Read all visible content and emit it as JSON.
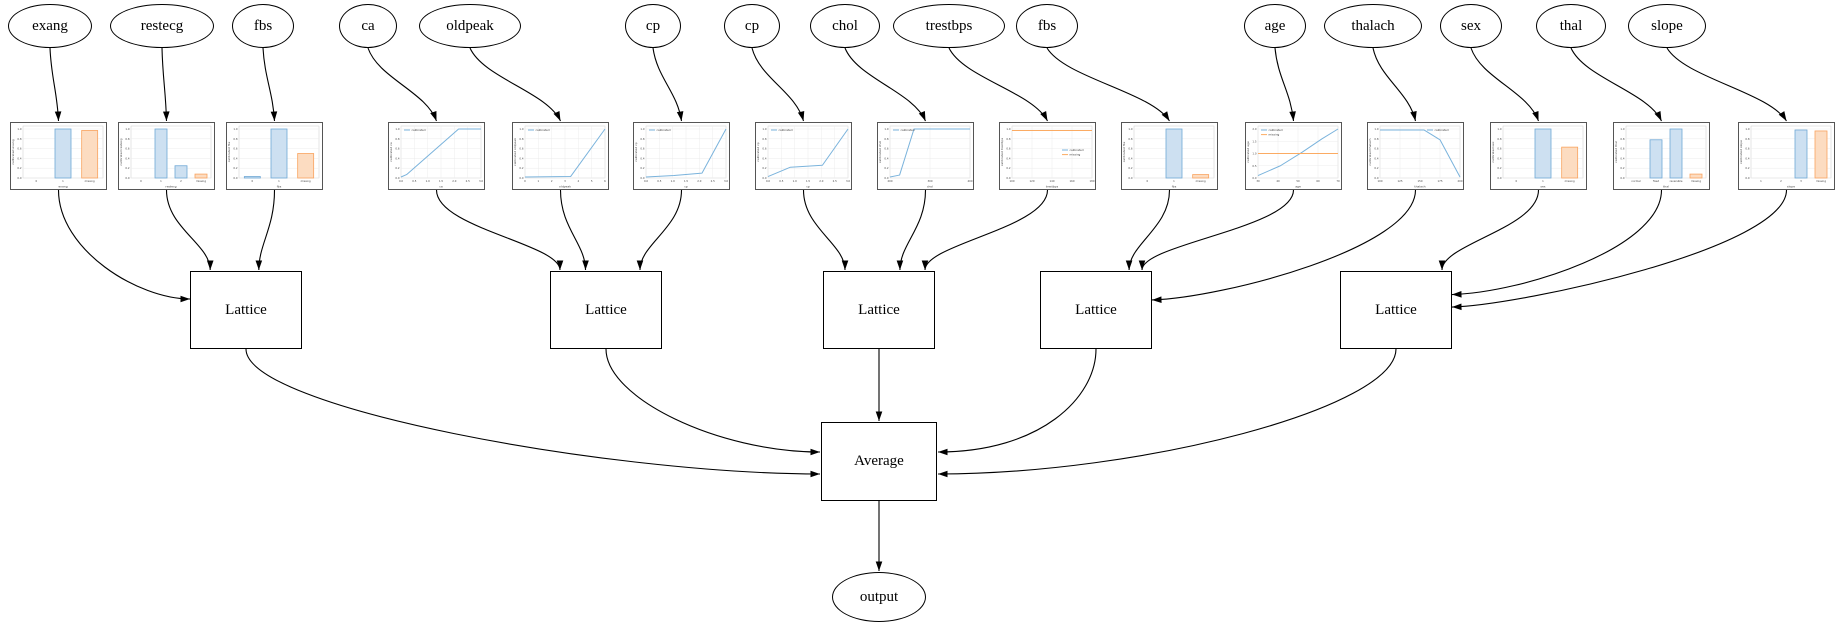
{
  "diagram": {
    "features": [
      {
        "label": "exang"
      },
      {
        "label": "restecg"
      },
      {
        "label": "fbs"
      },
      {
        "label": "ca"
      },
      {
        "label": "oldpeak"
      },
      {
        "label": "cp"
      },
      {
        "label": "cp"
      },
      {
        "label": "chol"
      },
      {
        "label": "trestbps"
      },
      {
        "label": "fbs"
      },
      {
        "label": "age"
      },
      {
        "label": "thalach"
      },
      {
        "label": "sex"
      },
      {
        "label": "thal"
      },
      {
        "label": "slope"
      }
    ],
    "lattice_label": "Lattice",
    "average_label": "Average",
    "output_label": "output"
  },
  "palette": {
    "blue_line": "#7ab3dc",
    "blue_edge": "#6fa8d6",
    "blue_fill": "#cde0f1",
    "orange_line": "#fbab63",
    "orange_edge": "#f9a35f",
    "orange_fill": "#fcdcc1",
    "edge_color": "#000000",
    "grid_color": "#ececec",
    "frame_color": "#555555"
  },
  "chart_data": [
    {
      "type": "bar",
      "feature": "exang",
      "xlabel": "exang",
      "ylabel": "calibrated exang",
      "categories": [
        "0",
        "1",
        "missing"
      ],
      "values": [
        0.0,
        1.0,
        0.97
      ],
      "colors": [
        "blue",
        "blue",
        "orange"
      ],
      "yticks": [
        "0.0",
        "0.2",
        "0.4",
        "0.6",
        "0.8",
        "1.0"
      ],
      "ylim": [
        0,
        1
      ]
    },
    {
      "type": "bar",
      "feature": "restecg",
      "xlabel": "restecg",
      "ylabel": "calibrated restecg",
      "categories": [
        "0",
        "1",
        "2",
        "missing"
      ],
      "values": [
        0.0,
        1.0,
        0.25,
        0.08
      ],
      "colors": [
        "blue",
        "blue",
        "blue",
        "orange"
      ],
      "yticks": [
        "0.0",
        "0.2",
        "0.4",
        "0.6",
        "0.8",
        "1.0"
      ],
      "ylim": [
        0,
        1
      ]
    },
    {
      "type": "bar",
      "feature": "fbs",
      "xlabel": "fbs",
      "ylabel": "calibrated fbs",
      "categories": [
        "0",
        "1",
        "missing"
      ],
      "values": [
        0.03,
        1.0,
        0.5
      ],
      "colors": [
        "blue",
        "blue",
        "orange"
      ],
      "yticks": [
        "0.0",
        "0.2",
        "0.4",
        "0.6",
        "0.8",
        "1.0"
      ],
      "ylim": [
        0,
        1
      ]
    },
    {
      "type": "line",
      "feature": "ca",
      "xlabel": "ca",
      "ylabel": "calibrated ca",
      "series": [
        {
          "name": "calibrated",
          "color": "blue",
          "points": [
            [
              0,
              0.02
            ],
            [
              0.07,
              0.07
            ],
            [
              0.72,
              1.0
            ],
            [
              1,
              1.0
            ]
          ]
        }
      ],
      "legend": [
        "calibrated"
      ],
      "legend_pos": "tl",
      "xticks": [
        "0.0",
        "0.5",
        "1.0",
        "1.5",
        "2.0",
        "2.5",
        "3.0"
      ],
      "yticks": [
        "0.0",
        "0.2",
        "0.4",
        "0.6",
        "0.8",
        "1.0"
      ],
      "ylim": [
        0,
        1
      ]
    },
    {
      "type": "line",
      "feature": "oldpeak",
      "xlabel": "oldpeak",
      "ylabel": "calibrated oldpeak",
      "series": [
        {
          "name": "calibrated",
          "color": "blue",
          "points": [
            [
              0,
              0.02
            ],
            [
              0.57,
              0.03
            ],
            [
              1,
              1.0
            ]
          ]
        }
      ],
      "legend": [
        "calibrated"
      ],
      "legend_pos": "tl",
      "xticks": [
        "0",
        "1",
        "2",
        "3",
        "4",
        "5",
        "6"
      ],
      "yticks": [
        "0.0",
        "0.2",
        "0.4",
        "0.6",
        "0.8",
        "1.0"
      ],
      "ylim": [
        0,
        1
      ]
    },
    {
      "type": "line",
      "feature": "cp",
      "xlabel": "cp",
      "ylabel": "calibrated cp",
      "series": [
        {
          "name": "calibrated",
          "color": "blue",
          "points": [
            [
              0,
              0.02
            ],
            [
              0.35,
              0.05
            ],
            [
              0.7,
              0.1
            ],
            [
              1,
              1.0
            ]
          ]
        }
      ],
      "legend": [
        "calibrated"
      ],
      "legend_pos": "tl",
      "xticks": [
        "0.0",
        "0.5",
        "1.0",
        "1.5",
        "2.0",
        "2.5",
        "3.0"
      ],
      "yticks": [
        "0.0",
        "0.2",
        "0.4",
        "0.6",
        "0.8",
        "1.0"
      ],
      "ylim": [
        0,
        1
      ]
    },
    {
      "type": "line",
      "feature": "cp",
      "xlabel": "cp",
      "ylabel": "calibrated cp",
      "series": [
        {
          "name": "calibrated",
          "color": "blue",
          "points": [
            [
              0,
              0.03
            ],
            [
              0.28,
              0.22
            ],
            [
              0.68,
              0.26
            ],
            [
              1,
              1.0
            ]
          ]
        }
      ],
      "legend": [
        "calibrated"
      ],
      "legend_pos": "tl",
      "xticks": [
        "0.0",
        "0.5",
        "1.0",
        "1.5",
        "2.0",
        "2.5",
        "3.0"
      ],
      "yticks": [
        "0.0",
        "0.2",
        "0.4",
        "0.6",
        "0.8",
        "1.0"
      ],
      "ylim": [
        0,
        1
      ]
    },
    {
      "type": "line",
      "feature": "chol",
      "xlabel": "chol",
      "ylabel": "calibrated chol",
      "series": [
        {
          "name": "calibrated",
          "color": "blue",
          "points": [
            [
              0,
              0.02
            ],
            [
              0.12,
              0.06
            ],
            [
              0.3,
              1.0
            ],
            [
              1,
              1.0
            ]
          ]
        }
      ],
      "legend": [
        "calibrated"
      ],
      "legend_pos": "tl",
      "xticks": [
        "200",
        "300",
        "400"
      ],
      "yticks": [
        "0.0",
        "0.2",
        "0.4",
        "0.6",
        "0.8",
        "1.0"
      ],
      "ylim": [
        0,
        1
      ]
    },
    {
      "type": "line",
      "feature": "trestbps",
      "xlabel": "trestbps",
      "ylabel": "calibrated trestbps",
      "series": [
        {
          "name": "calibrated",
          "color": "blue",
          "points": [
            [
              0,
              0.97
            ],
            [
              1,
              0.97
            ]
          ]
        },
        {
          "name": "missing",
          "color": "orange",
          "points": [
            [
              0,
              0.97
            ],
            [
              1,
              0.97
            ]
          ]
        }
      ],
      "legend": [
        "calibrated",
        "missing"
      ],
      "legend_pos": "mr",
      "xticks": [
        "100",
        "120",
        "140",
        "160",
        "180"
      ],
      "yticks": [
        "0.0",
        "0.2",
        "0.4",
        "0.6",
        "0.8",
        "1.0"
      ],
      "ylim": [
        0,
        1
      ]
    },
    {
      "type": "bar",
      "feature": "fbs",
      "xlabel": "fbs",
      "ylabel": "calibrated fbs",
      "categories": [
        "0",
        "1",
        "missing"
      ],
      "values": [
        0.0,
        1.0,
        0.07
      ],
      "colors": [
        "blue",
        "blue",
        "orange"
      ],
      "yticks": [
        "0.0",
        "0.2",
        "0.4",
        "0.6",
        "0.8",
        "1.0"
      ],
      "ylim": [
        0,
        1
      ]
    },
    {
      "type": "line",
      "feature": "age",
      "xlabel": "age",
      "ylabel": "calibrated age",
      "series": [
        {
          "name": "calibrated",
          "color": "blue",
          "points": [
            [
              0,
              0.1
            ],
            [
              0.28,
              0.5
            ],
            [
              0.55,
              1.05
            ],
            [
              0.8,
              1.6
            ],
            [
              1,
              2.0
            ]
          ]
        },
        {
          "name": "missing",
          "color": "orange",
          "points": [
            [
              0,
              1.0
            ],
            [
              1,
              1.0
            ]
          ]
        }
      ],
      "legend": [
        "calibrated",
        "missing"
      ],
      "legend_pos": "tl",
      "xticks": [
        "30",
        "40",
        "50",
        "60",
        "70"
      ],
      "yticks": [
        "0.0",
        "0.5",
        "1.0",
        "1.5",
        "2.0"
      ],
      "ylim": [
        0,
        2
      ]
    },
    {
      "type": "line",
      "feature": "thalach",
      "xlabel": "thalach",
      "ylabel": "calibrated thalach",
      "series": [
        {
          "name": "calibrated",
          "color": "blue",
          "points": [
            [
              0,
              0.98
            ],
            [
              0.55,
              0.98
            ],
            [
              0.75,
              0.78
            ],
            [
              1,
              0.02
            ]
          ]
        }
      ],
      "legend": [
        "calibrated"
      ],
      "legend_pos": "tr",
      "xticks": [
        "100",
        "125",
        "150",
        "175",
        "200"
      ],
      "yticks": [
        "0.0",
        "0.2",
        "0.4",
        "0.6",
        "0.8",
        "1.0"
      ],
      "ylim": [
        0,
        1
      ]
    },
    {
      "type": "bar",
      "feature": "sex",
      "xlabel": "sex",
      "ylabel": "calibrated sex",
      "categories": [
        "0",
        "1",
        "missing"
      ],
      "values": [
        0.0,
        1.0,
        0.63
      ],
      "colors": [
        "blue",
        "blue",
        "orange"
      ],
      "yticks": [
        "0.0",
        "0.2",
        "0.4",
        "0.6",
        "0.8",
        "1.0"
      ],
      "ylim": [
        0,
        1
      ]
    },
    {
      "type": "bar",
      "feature": "thal",
      "xlabel": "thal",
      "ylabel": "calibrated thal",
      "categories": [
        "normal",
        "fixed",
        "reversible",
        "missing"
      ],
      "values": [
        0.0,
        0.78,
        1.0,
        0.08
      ],
      "colors": [
        "blue",
        "blue",
        "blue",
        "orange"
      ],
      "yticks": [
        "0.0",
        "0.2",
        "0.4",
        "0.6",
        "0.8",
        "1.0"
      ],
      "ylim": [
        0,
        1
      ]
    },
    {
      "type": "bar",
      "feature": "slope",
      "xlabel": "slope",
      "ylabel": "calibrated slope",
      "categories": [
        "1",
        "2",
        "3",
        "missing"
      ],
      "values": [
        0.0,
        0.0,
        0.98,
        0.96
      ],
      "colors": [
        "blue",
        "blue",
        "blue",
        "orange"
      ],
      "yticks": [
        "0.0",
        "0.2",
        "0.4",
        "0.6",
        "0.8",
        "1.0"
      ],
      "ylim": [
        0,
        1
      ]
    }
  ]
}
